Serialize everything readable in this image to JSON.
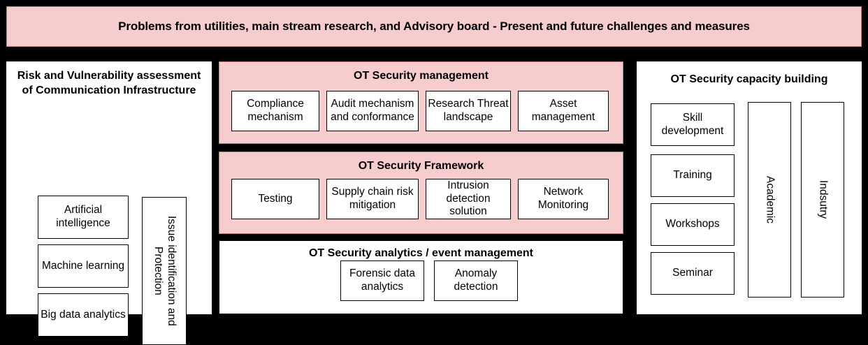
{
  "banner": {
    "text": "Problems from utilities, main stream research, and Advisory board - Present and future challenges and measures"
  },
  "colors": {
    "pink_fill": "#f7cccc",
    "pink_border": "#c08080",
    "background": "#000000",
    "panel_fill": "#ffffff",
    "box_border": "#000000",
    "text": "#000000"
  },
  "left_column": {
    "title": "Risk and Vulnerability assessment of Communication Infrastructure",
    "boxes": [
      {
        "label": "Artificial intelligence"
      },
      {
        "label": "Machine learning"
      },
      {
        "label": "Big data analytics"
      }
    ],
    "vertical_box": {
      "label": "Issue identification and\nProtection"
    }
  },
  "middle_column": {
    "panels": [
      {
        "title": "OT Security management",
        "style": "pink",
        "boxes": [
          {
            "label": "Compliance mechanism"
          },
          {
            "label": "Audit mechanism and conformance"
          },
          {
            "label": "Research Threat landscape"
          },
          {
            "label": "Asset management"
          }
        ]
      },
      {
        "title": "OT Security Framework",
        "style": "pink",
        "boxes": [
          {
            "label": "Testing"
          },
          {
            "label": "Supply chain risk mitigation"
          },
          {
            "label": "Intrusion detection solution"
          },
          {
            "label": "Network Monitoring"
          }
        ]
      },
      {
        "title": "OT Security analytics / event management",
        "style": "white",
        "boxes": [
          {
            "label": "Forensic data analytics"
          },
          {
            "label": "Anomaly detection"
          }
        ]
      }
    ]
  },
  "right_column": {
    "title": "OT Security capacity building",
    "boxes": [
      {
        "label": "Skill development"
      },
      {
        "label": "Training"
      },
      {
        "label": "Workshops"
      },
      {
        "label": "Seminar"
      }
    ],
    "vertical_boxes": [
      {
        "label": "Academic"
      },
      {
        "label": "Indsutry"
      }
    ]
  }
}
